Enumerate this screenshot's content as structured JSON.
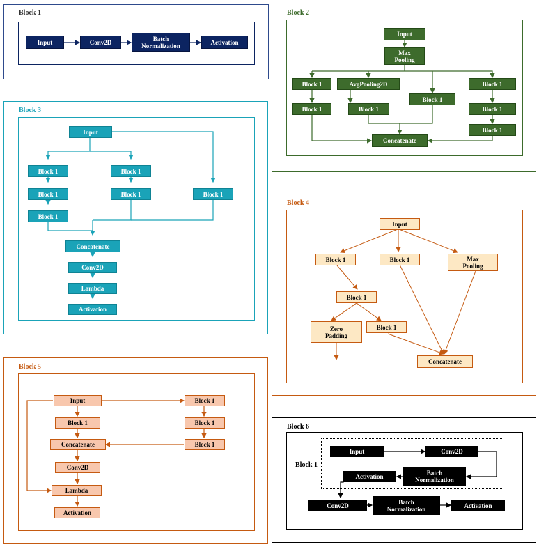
{
  "colors": {
    "block1": "#0c2461",
    "block2": "#3d6b2c",
    "block3": "#1aa3b8",
    "block4_fill": "#fde8c4",
    "block5_fill": "#f8c7ad",
    "orange_line": "#c55a11",
    "block6": "#000000"
  },
  "block1": {
    "title": "Block 1",
    "input": "Input",
    "conv2d": "Conv2D",
    "batchnorm": "Batch\nNormalization",
    "activation": "Activation"
  },
  "block2": {
    "title": "Block 2",
    "input": "Input",
    "maxpool": "Max\nPooling",
    "b1a": "Block 1",
    "b1b": "Block 1",
    "avgpool": "AvgPooling2D",
    "b1c": "Block 1",
    "b1d": "Block 1",
    "b1e": "Block 1",
    "b1f": "Block 1",
    "b1g": "Block 1",
    "concat": "Concatenate"
  },
  "block3": {
    "title": "Block 3",
    "input": "Input",
    "c1a": "Block 1",
    "c1b": "Block 1",
    "c1c": "Block 1",
    "c2a": "Block 1",
    "c2b": "Block 1",
    "c3a": "Block 1",
    "concat": "Concatenate",
    "conv2d": "Conv2D",
    "lambda": "Lambda",
    "activation": "Activation"
  },
  "block4": {
    "title": "Block 4",
    "input": "Input",
    "b1a": "Block 1",
    "b1b": "Block 1",
    "maxpool": "Max\nPooling",
    "b1c": "Block 1",
    "zeropad": "Zero\nPadding",
    "b1d": "Block 1",
    "concat": "Concatenate"
  },
  "block5": {
    "title": "Block 5",
    "input": "Input",
    "b1a": "Block 1",
    "concat": "Concatenate",
    "conv2d": "Conv2D",
    "lambda": "Lambda",
    "activation": "Activation",
    "r1": "Block 1",
    "r2": "Block 1",
    "r3": "Block 1"
  },
  "block6": {
    "title": "Block 6",
    "sub_title": "Block 1",
    "input": "Input",
    "conv2d_top": "Conv2D",
    "batchnorm_top": "Batch\nNormalization",
    "activation_top": "Activation",
    "conv2d": "Conv2D",
    "batchnorm": "Batch\nNormalization",
    "activation": "Activation"
  }
}
